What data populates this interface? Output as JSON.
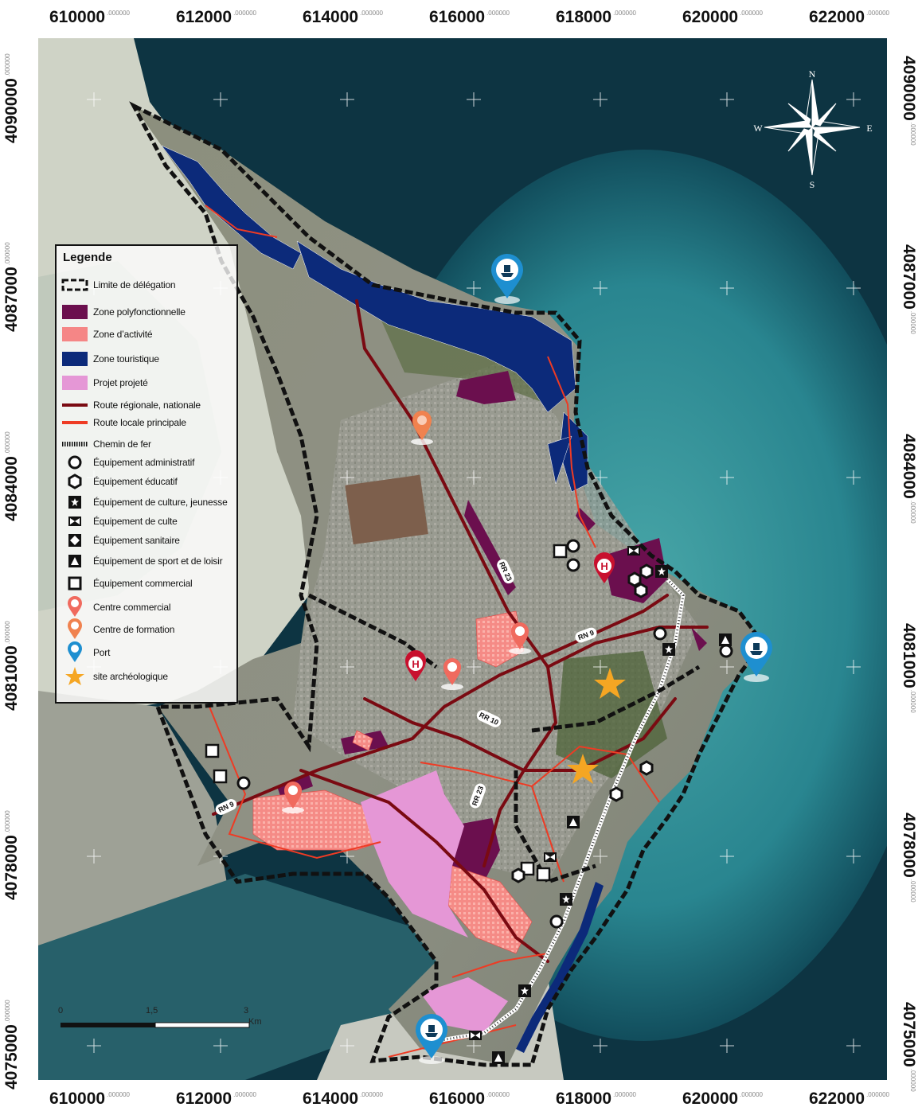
{
  "frame": {
    "x_ticks": [
      "610000",
      "612000",
      "614000",
      "616000",
      "618000",
      "620000",
      "622000"
    ],
    "y_ticks": [
      "4090000",
      "4087000",
      "4084000",
      "4081000",
      "4078000",
      "4075000"
    ],
    "decimal_suffix": ".000000"
  },
  "legend": {
    "title": "Legende",
    "items": [
      {
        "label": "Limite de délégation",
        "symbol": "boundary"
      },
      {
        "label": "Zone polyfonctionnelle",
        "symbol": "fill",
        "color": "#6b0f4e"
      },
      {
        "label": "Zone d’activité",
        "symbol": "fill",
        "color": "#f58686"
      },
      {
        "label": "Zone touristique",
        "symbol": "fill",
        "color": "#0c2a7a"
      },
      {
        "label": "Projet projeté",
        "symbol": "fill",
        "color": "#e597d6"
      },
      {
        "label": "Route régionale, nationale",
        "symbol": "line",
        "color": "#7a0a12"
      },
      {
        "label": "Route locale principale",
        "symbol": "line",
        "color": "#ee3b24"
      },
      {
        "label": "Chemin de fer",
        "symbol": "rail"
      },
      {
        "label": "Équipement administratif",
        "symbol": "circle"
      },
      {
        "label": "Équipement éducatif",
        "symbol": "hexagon"
      },
      {
        "label": "Équipement de culture, jeunesse",
        "symbol": "star-box"
      },
      {
        "label": "Équipement de culte",
        "symbol": "bowtie"
      },
      {
        "label": "Équipement sanitaire",
        "symbol": "diamond"
      },
      {
        "label": "Équipement de sport et de loisir",
        "symbol": "triangle"
      },
      {
        "label": "Équipement commercial",
        "symbol": "square"
      },
      {
        "label": "Centre commercial",
        "symbol": "pin-commercial",
        "color": "#f06a5e"
      },
      {
        "label": "Centre de formation",
        "symbol": "pin-formation",
        "color": "#f0824f"
      },
      {
        "label": "Port",
        "symbol": "pin-port",
        "color": "#1e8fd0"
      },
      {
        "label": "site archéologique",
        "symbol": "star",
        "color": "#f5a623"
      }
    ]
  },
  "compass": {
    "n": "N",
    "s": "S",
    "e": "E",
    "w": "W"
  },
  "scale_bar": {
    "labels": [
      "0",
      "1,5",
      "3"
    ],
    "unit": "Km"
  },
  "road_labels": [
    "RR 23",
    "RN 9",
    "RR 10",
    "RR 23",
    "RN 9"
  ],
  "hospital_letter": "H"
}
